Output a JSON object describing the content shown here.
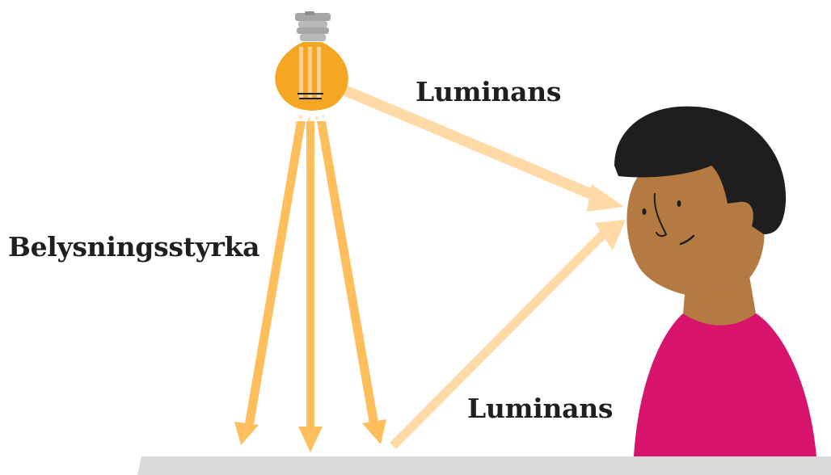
{
  "labels": {
    "luminance_top": "Luminans",
    "illuminance": "Belysningsstyrka",
    "luminance_bottom": "Luminans"
  },
  "colors": {
    "bulb": "#F5A623",
    "direct_rays": "#FFBE5C",
    "reflected_rays": "#FFD9A6",
    "skin": "#B57A41",
    "hair": "#1E1E1E",
    "shirt": "#D8136B",
    "table": "#D9D9D9",
    "socket": "#A6A6A6"
  },
  "icons": [
    "light-bulb-icon",
    "person-illustration"
  ]
}
